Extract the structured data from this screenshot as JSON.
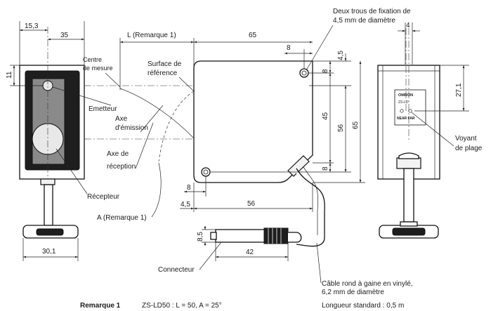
{
  "dimensions": {
    "d15_3": "15,3",
    "d35": "35",
    "d11": "11",
    "d30_1": "30,1",
    "d8_5": "8,5",
    "d42": "42",
    "l_note": "L (Remarque 1)",
    "d65_top": "65",
    "d8_top": "8",
    "d4_5_right": "4,5",
    "d8_upper": "8",
    "d45": "45",
    "d56_vert": "56",
    "d65_vert": "65",
    "d8_lower": "8",
    "d8_left": "8",
    "d4_5_left": "4,5",
    "d56_horiz": "56",
    "d4_side": "4",
    "d27_1": "27,1"
  },
  "labels": {
    "centre_line1": "Centre",
    "centre_line2": "de mesure",
    "surface_line1": "Surface de",
    "surface_line2": "référence",
    "emetteur": "Emetteur",
    "axe_emission_line1": "Axe",
    "axe_emission_line2": "d'émission",
    "axe_reception_line1": "Axe de",
    "axe_reception_line2": "réception",
    "recepteur": "Récepteur",
    "a_note": "A  (Remarque 1)",
    "trous_line1": "Deux trous de fixation de",
    "trous_line2": "4,5 mm de diamètre",
    "voyant_line1": "Voyant",
    "voyant_line2": "de plage",
    "connecteur": "Connecteur",
    "cable_line1": "Câble rond à gaine en vinylé,",
    "cable_line2": "6,2 mm de diamètre",
    "longueur": "Longueur standard : 0,5 m"
  },
  "nameplate": {
    "brand": "OMRON",
    "model": "ZS-LD",
    "indicator_text": "NEAR FAR"
  },
  "note": {
    "title": "Remarque 1",
    "text": "ZS-LD50 : L = 50, A = 25°"
  }
}
